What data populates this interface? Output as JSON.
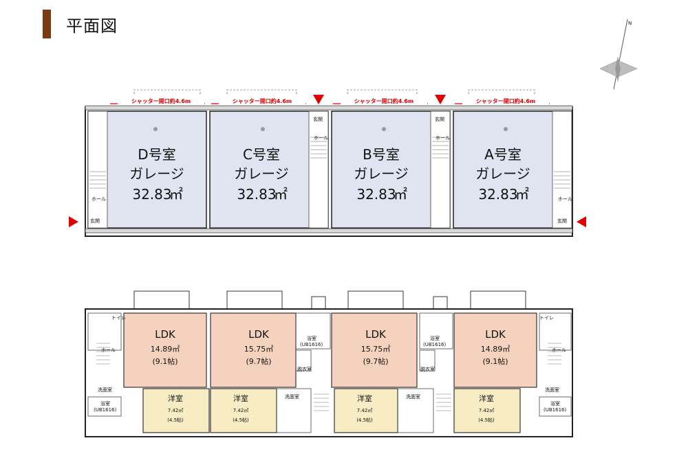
{
  "header": {
    "title": "平面図"
  },
  "first_floor": {
    "shutter_label": "シャッター開口約4.6m",
    "garages": [
      {
        "room": "D号室",
        "type": "ガレージ",
        "area": "32.83",
        "unit": "㎡"
      },
      {
        "room": "C号室",
        "type": "ガレージ",
        "area": "32.83",
        "unit": "㎡"
      },
      {
        "room": "B号室",
        "type": "ガレージ",
        "area": "32.83",
        "unit": "㎡"
      },
      {
        "room": "A号室",
        "type": "ガレージ",
        "area": "32.83",
        "unit": "㎡"
      }
    ],
    "labels": {
      "entrance": "玄関",
      "hall": "ホール"
    }
  },
  "second_floor": {
    "units": [
      {
        "ldk": "LDK",
        "ldk_area": "14.89㎡",
        "ldk_tatami": "(9.1帖)",
        "western": "洋室",
        "western_area": "7.42㎡",
        "western_tatami": "(4.5帖)"
      },
      {
        "ldk": "LDK",
        "ldk_area": "15.75㎡",
        "ldk_tatami": "(9.7帖)",
        "western": "洋室",
        "western_area": "7.42㎡",
        "western_tatami": "(4.5帖)"
      },
      {
        "ldk": "LDK",
        "ldk_area": "15.75㎡",
        "ldk_tatami": "(9.7帖)",
        "western": "洋室",
        "western_area": "7.42㎡",
        "western_tatami": "(4.5帖)"
      },
      {
        "ldk": "LDK",
        "ldk_area": "14.89㎡",
        "ldk_tatami": "(9.1帖)",
        "western": "洋室",
        "western_area": "7.42㎡",
        "western_tatami": "(4.5帖)"
      }
    ],
    "labels": {
      "bath": "浴室",
      "bath_unit": "(UB1616)",
      "washroom": "洗面室",
      "dressing": "脱衣室",
      "toilet": "トイレ",
      "hall": "ホール"
    }
  },
  "colors": {
    "garage_fill": "#dfe4f0",
    "ldk_fill": "#f4d2be",
    "western_fill": "#f7ecc4",
    "accent_red": "#e00000",
    "title_bar": "#7a3b12"
  },
  "icons": [
    "compass-icon",
    "entrance-arrow-icon"
  ]
}
